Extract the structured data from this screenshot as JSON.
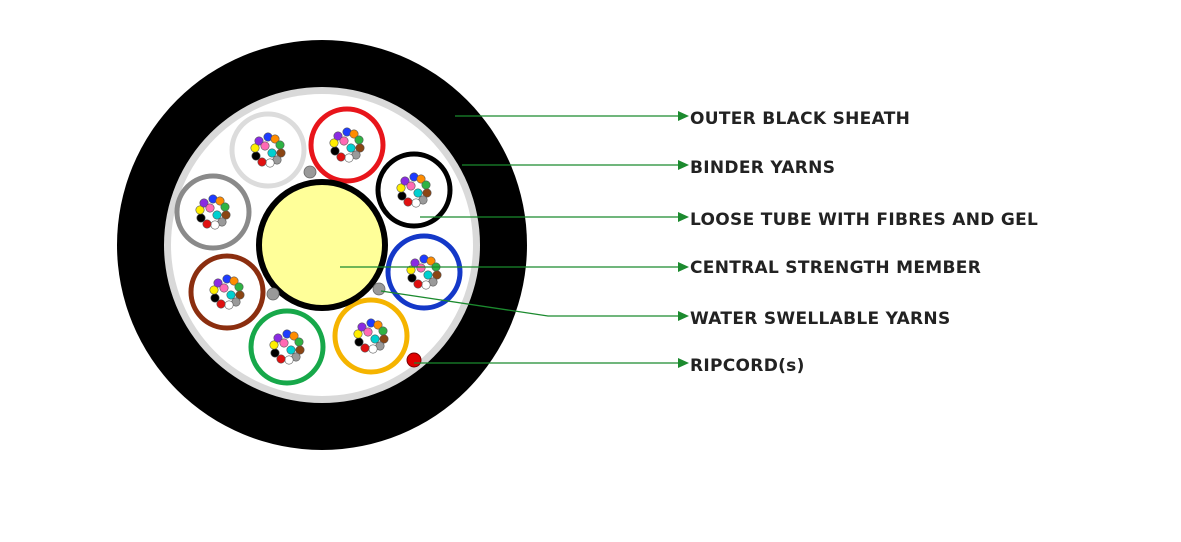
{
  "labels": [
    {
      "id": "outer-black-sheath",
      "text": "OUTER BLACK SHEATH"
    },
    {
      "id": "binder-yarns",
      "text": "BINDER YARNS"
    },
    {
      "id": "loose-tube",
      "text": "LOOSE TUBE WITH FIBRES AND GEL"
    },
    {
      "id": "central-strength-member",
      "text": "CENTRAL STRENGTH MEMBER"
    },
    {
      "id": "water-swellable-yarns",
      "text": "WATER SWELLABLE YARNS"
    },
    {
      "id": "ripcord",
      "text": "RIPCORD(s)"
    }
  ],
  "colors": {
    "sheath": "#000000",
    "binder": "#d9d9d9",
    "filler": "#ffffff",
    "central_member": "#ffff99",
    "leader_line": "#1b8a2e",
    "ripcord": "#e00000",
    "water_yarn": "#999999"
  },
  "loose_tubes": [
    {
      "color_name": "red",
      "color": "#e8151b"
    },
    {
      "color_name": "black",
      "color": "#000000"
    },
    {
      "color_name": "blue",
      "color": "#1438c8"
    },
    {
      "color_name": "orange",
      "color": "#f5b400"
    },
    {
      "color_name": "green",
      "color": "#17a84a"
    },
    {
      "color_name": "brown",
      "color": "#8b2e0f"
    },
    {
      "color_name": "grey",
      "color": "#8a8a8a"
    },
    {
      "color_name": "white",
      "color": "#dcdcdc"
    }
  ],
  "fibre_colors": [
    "#1e3cff",
    "#ff8c00",
    "#2fb344",
    "#8b4513",
    "#9a9a9a",
    "#ffffff",
    "#e01010",
    "#000000",
    "#ffee00",
    "#8a2be2",
    "#ff69b4",
    "#00d0d0"
  ]
}
